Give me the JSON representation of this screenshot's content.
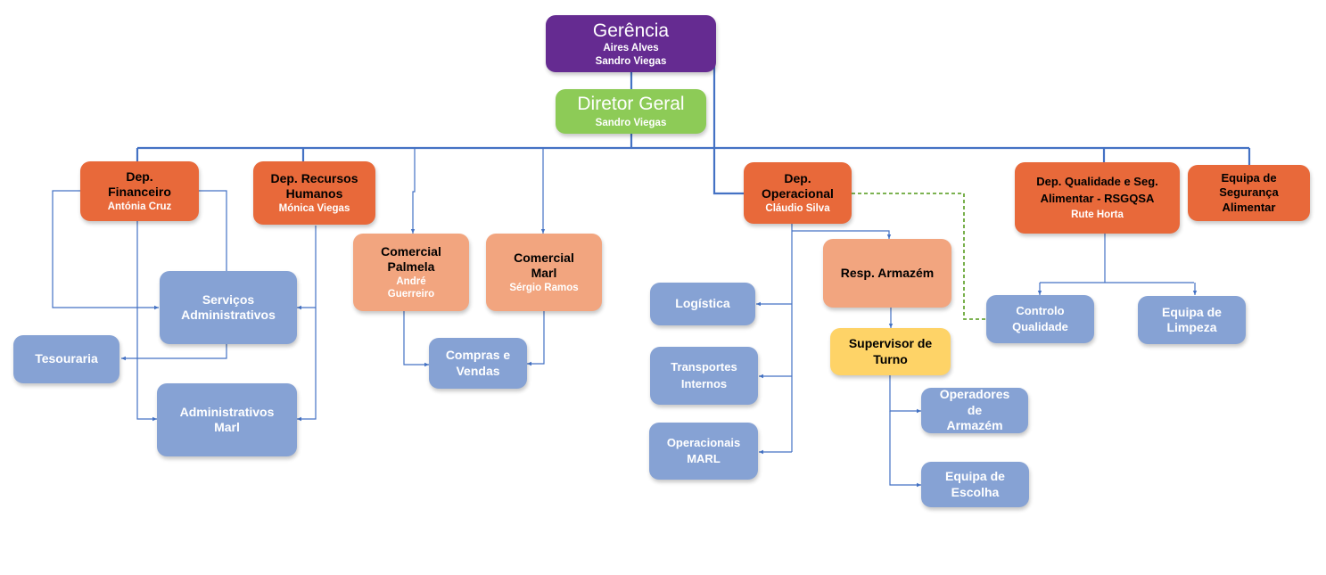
{
  "colors": {
    "gerencia": "#652b91",
    "diretor": "#8dcb57",
    "department": "#e8693a",
    "commercial": "#f2a57f",
    "unit": "#86a2d4",
    "supervisor": "#fed367",
    "connector": "#4472c4",
    "dotted_connector": "#6aa739"
  },
  "nodes": {
    "gerencia": {
      "title": "Gerência",
      "people": [
        "Aires Alves",
        "Sandro Viegas"
      ]
    },
    "diretor_geral": {
      "title": "Diretor Geral",
      "person": "Sandro Viegas"
    },
    "dep_financeiro": {
      "title_lines": [
        "Dep.",
        "Financeiro"
      ],
      "person": "Antónia Cruz"
    },
    "dep_rh": {
      "title_lines": [
        "Dep. Recursos",
        "Humanos"
      ],
      "person": "Mónica Viegas"
    },
    "comercial_palmela": {
      "title_lines": [
        "Comercial",
        "Palmela"
      ],
      "person_lines": [
        "André",
        "Guerreiro"
      ]
    },
    "comercial_marl": {
      "title_lines": [
        "Comercial",
        "Marl"
      ],
      "person": "Sérgio Ramos"
    },
    "dep_operacional": {
      "title_lines": [
        "Dep.",
        "Operacional"
      ],
      "person": "Cláudio Silva"
    },
    "dep_qualidade": {
      "title_lines": [
        "Dep. Qualidade e Seg.",
        "Alimentar - RSGQSA"
      ],
      "person": "Rute Horta"
    },
    "equipa_seguranca": {
      "title_lines": [
        "Equipa de",
        "Segurança",
        "Alimentar"
      ]
    },
    "servicos_administrativos": {
      "title_lines": [
        "Serviços",
        "Administrativos"
      ]
    },
    "tesouraria": {
      "title": "Tesouraria"
    },
    "administrativos_marl": {
      "title_lines": [
        "Administrativos",
        "Marl"
      ]
    },
    "compras_vendas": {
      "title_lines": [
        "Compras e",
        "Vendas"
      ]
    },
    "resp_armazem": {
      "title": "Resp. Armazém"
    },
    "supervisor_turno": {
      "title_lines": [
        "Supervisor de",
        "Turno"
      ]
    },
    "logistica": {
      "title": "Logística"
    },
    "transportes_internos": {
      "title_lines": [
        "Transportes",
        "Internos"
      ]
    },
    "operacionais_marl": {
      "title_lines": [
        "Operacionais",
        "MARL"
      ]
    },
    "operadores_armazem": {
      "title_lines": [
        "Operadores",
        "de",
        "Armazém"
      ]
    },
    "equipa_escolha": {
      "title_lines": [
        "Equipa de",
        "Escolha"
      ]
    },
    "controlo_qualidade": {
      "title_lines": [
        "Controlo",
        "Qualidade"
      ]
    },
    "equipa_limpeza": {
      "title_lines": [
        "Equipa de",
        "Limpeza"
      ]
    }
  }
}
